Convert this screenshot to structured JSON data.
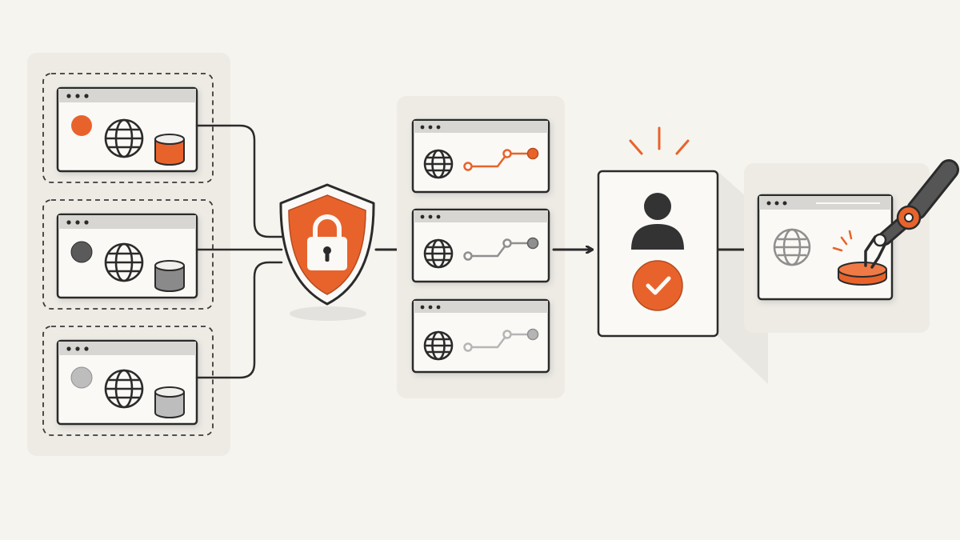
{
  "colors": {
    "background": "#f6f4ef",
    "panel": "#eeebe5",
    "window_fill": "#faf9f6",
    "titlebar": "#d8d6d2",
    "outline": "#2b2b2b",
    "accent": "#e8632b",
    "accent_dark": "#b84a1e",
    "gray_dark": "#5a5a5a",
    "gray_mid": "#8f8f8f",
    "gray_light": "#bdbdbd"
  },
  "stages": [
    {
      "id": "isolated-environments",
      "icons": [
        "dashed-border-icon",
        "browser-window-icon",
        "status-dot-icon",
        "globe-icon",
        "database-icon"
      ],
      "items": [
        {
          "tone": "accent"
        },
        {
          "tone": "gray_dark"
        },
        {
          "tone": "gray_light"
        }
      ]
    },
    {
      "id": "security-gate",
      "icons": [
        "shield-icon",
        "lock-icon"
      ]
    },
    {
      "id": "browser-sessions",
      "icons": [
        "browser-window-icon",
        "globe-icon",
        "workflow-steps-icon"
      ],
      "items": [
        {
          "tone": "accent"
        },
        {
          "tone": "gray_mid"
        },
        {
          "tone": "gray_light"
        }
      ]
    },
    {
      "id": "human-approval",
      "icons": [
        "user-icon",
        "checkmark-icon",
        "attention-rays-icon"
      ]
    },
    {
      "id": "automated-action",
      "icons": [
        "browser-window-icon",
        "globe-icon",
        "robot-arm-icon",
        "button-icon"
      ]
    }
  ],
  "connectors": [
    "arrow-to-sessions",
    "arrow-to-approval",
    "arrow-to-action"
  ]
}
